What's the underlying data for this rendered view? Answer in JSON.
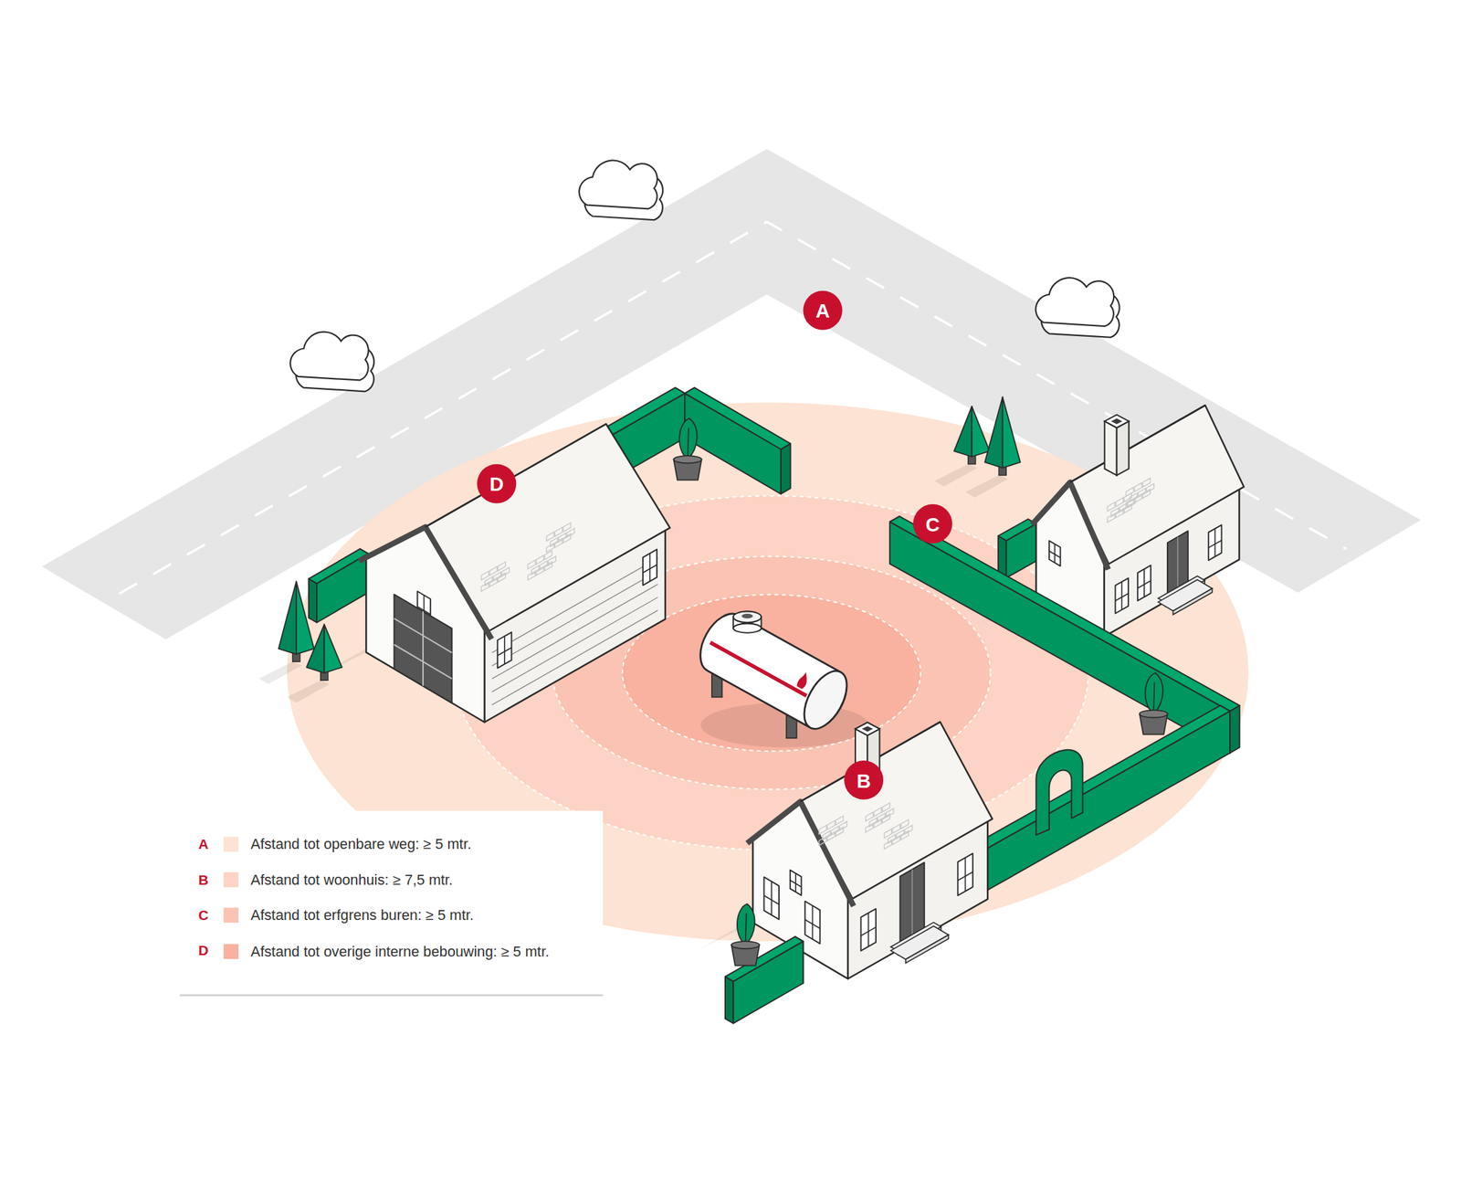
{
  "diagram": {
    "labels": [
      "A",
      "D",
      "C",
      "B",
      "A",
      "B",
      "C",
      "D"
    ],
    "legend": [
      {
        "text": "Afstand tot openbare weg: ≥ 5 mtr.",
        "color": "#fde3d3"
      },
      {
        "text": "Afstand tot woonhuis: ≥ 7,5 mtr.",
        "color": "#fcd3c4"
      },
      {
        "text": "Afstand tot erfgrens buren: ≥ 5 mtr.",
        "color": "#fbc3b3"
      },
      {
        "text": "Afstand tot overige interne bebouwing: ≥ 5 mtr.",
        "color": "#f9b1a0"
      }
    ]
  }
}
